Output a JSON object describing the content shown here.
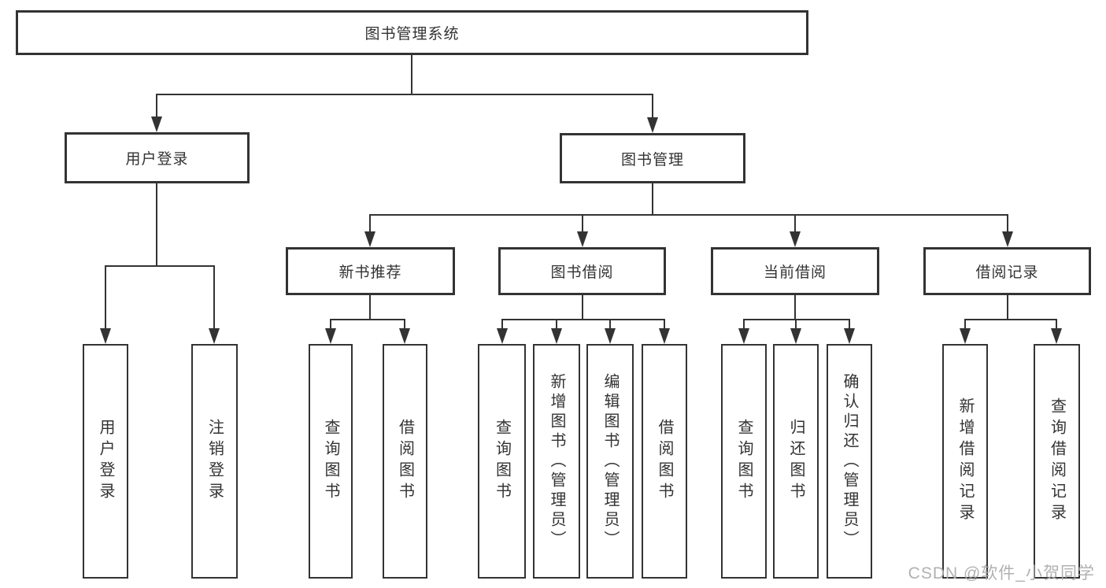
{
  "diagram": {
    "title": "图书管理系统",
    "watermark": "CSDN @软件_小贺同学",
    "colors": {
      "line": "#333333",
      "box_border": "#333333",
      "box_fill": "#ffffff",
      "text": "#333333",
      "watermark": "#adadad",
      "background": "#ffffff"
    },
    "nodes": {
      "root": {
        "label": "图书管理系统"
      },
      "user_login_group": {
        "label": "用户登录"
      },
      "book_mgmt": {
        "label": "图书管理"
      },
      "new_book_rec": {
        "label": "新书推荐"
      },
      "book_borrow": {
        "label": "图书借阅"
      },
      "current_borrow": {
        "label": "当前借阅"
      },
      "borrow_records": {
        "label": "借阅记录"
      },
      "user_login": {
        "label": "用户登录"
      },
      "logout": {
        "label": "注销登录"
      },
      "nb_query_books": {
        "label": "查询图书"
      },
      "nb_borrow_books": {
        "label": "借阅图书"
      },
      "bb_query_books": {
        "label": "查询图书"
      },
      "bb_add_books": {
        "label": "新增图书（管理员）"
      },
      "bb_edit_books": {
        "label": "编辑图书（管理员）"
      },
      "bb_borrow_books": {
        "label": "借阅图书"
      },
      "cb_query_books": {
        "label": "查询图书"
      },
      "cb_return_books": {
        "label": "归还图书"
      },
      "cb_confirm_return": {
        "label": "确认归还（管理员）"
      },
      "br_add_record": {
        "label": "新增借阅记录"
      },
      "br_query_record": {
        "label": "查询借阅记录"
      }
    },
    "edges": [
      [
        "root",
        "user_login_group"
      ],
      [
        "root",
        "book_mgmt"
      ],
      [
        "user_login_group",
        "user_login"
      ],
      [
        "user_login_group",
        "logout"
      ],
      [
        "book_mgmt",
        "new_book_rec"
      ],
      [
        "book_mgmt",
        "book_borrow"
      ],
      [
        "book_mgmt",
        "current_borrow"
      ],
      [
        "book_mgmt",
        "borrow_records"
      ],
      [
        "new_book_rec",
        "nb_query_books"
      ],
      [
        "new_book_rec",
        "nb_borrow_books"
      ],
      [
        "book_borrow",
        "bb_query_books"
      ],
      [
        "book_borrow",
        "bb_add_books"
      ],
      [
        "book_borrow",
        "bb_edit_books"
      ],
      [
        "book_borrow",
        "bb_borrow_books"
      ],
      [
        "current_borrow",
        "cb_query_books"
      ],
      [
        "current_borrow",
        "cb_return_books"
      ],
      [
        "current_borrow",
        "cb_confirm_return"
      ],
      [
        "borrow_records",
        "br_add_record"
      ],
      [
        "borrow_records",
        "br_query_record"
      ]
    ]
  }
}
